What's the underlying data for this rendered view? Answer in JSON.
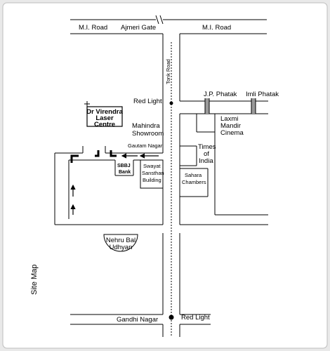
{
  "roads": {
    "mi_road_left": "M.I. Road",
    "ajmeri_gate": "Ajmeri Gate",
    "mi_road_right": "M.I. Road",
    "tonk_road": "Tonk Road",
    "jp_phatak": "J.P. Phatak",
    "imli_phatak": "Imli Phatak",
    "gautam_nagar": "Gautam Nagar",
    "gandhi_nagar": "Gandhi Nagar"
  },
  "signals": {
    "red_light_top": "Red Light",
    "red_light_bottom": "Red Light"
  },
  "landmarks": {
    "clinic_line1": "Dr Virendra",
    "clinic_line2": "Laser",
    "clinic_line3": "Centre",
    "mahindra_line1": "Mahindra",
    "mahindra_line2": "Showroom",
    "sbbj_line1": "SBBJ",
    "sbbj_line2": "Bank",
    "swayat_line1": "Swayat",
    "swayat_line2": "Sansthan",
    "swayat_line3": "Building",
    "laxmi_line1": "Laxmi",
    "laxmi_line2": "Mandir",
    "laxmi_line3": "Cinema",
    "times_line1": "Times",
    "times_line2": "of",
    "times_line3": "India",
    "sahara_line1": "Sahara",
    "sahara_line2": "Chambers",
    "nehru_line1": "Nehru Bal",
    "nehru_line2": "Udhyan"
  },
  "site_map_label": "Site Map",
  "colors": {
    "background": "#e9e9e9",
    "map_paper": "#ffffff",
    "ink": "#000000",
    "frame_border": "#bdbdbd"
  }
}
